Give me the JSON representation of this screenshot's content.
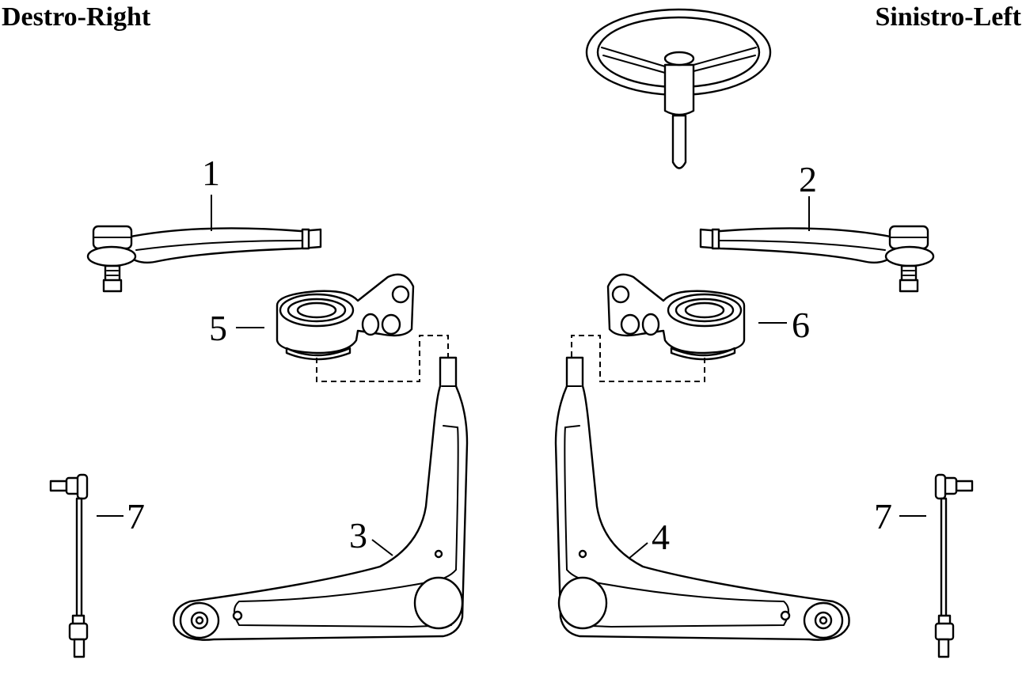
{
  "header": {
    "right_side_label": "Destro-Right",
    "left_side_label": "Sinistro-Left"
  },
  "callouts": {
    "part_1": "1",
    "part_2": "2",
    "part_3": "3",
    "part_4": "4",
    "part_5": "5",
    "part_6": "6",
    "part_7_right": "7",
    "part_7_left": "7"
  },
  "icons": {
    "steering_wheel": "steering-wheel-icon"
  }
}
